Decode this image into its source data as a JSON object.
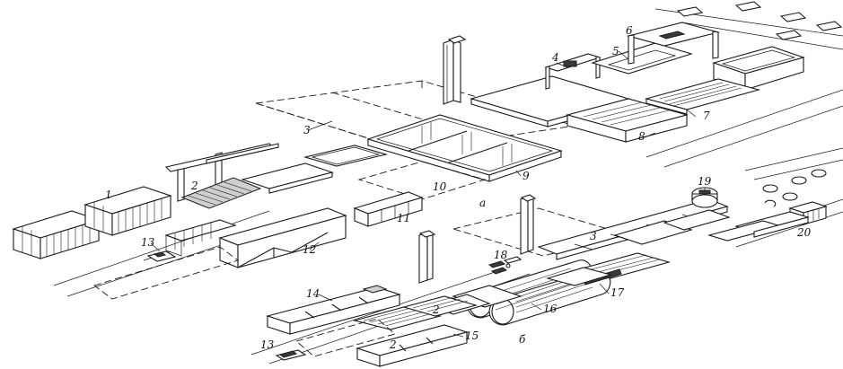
{
  "figure": {
    "background": "#ffffff",
    "ink": "#1a1a1a",
    "part_labels": [
      {
        "id": "a",
        "text": "а"
      },
      {
        "id": "b",
        "text": "б"
      }
    ],
    "labels_a": [
      {
        "id": "1",
        "text": "1"
      },
      {
        "id": "2",
        "text": "2"
      },
      {
        "id": "3",
        "text": "3"
      },
      {
        "id": "4",
        "text": "4"
      },
      {
        "id": "5",
        "text": "5"
      },
      {
        "id": "6",
        "text": "6"
      },
      {
        "id": "7",
        "text": "7"
      },
      {
        "id": "8",
        "text": "8"
      },
      {
        "id": "9",
        "text": "9"
      },
      {
        "id": "10",
        "text": "10"
      },
      {
        "id": "11",
        "text": "11"
      },
      {
        "id": "12",
        "text": "12"
      },
      {
        "id": "13",
        "text": "13"
      }
    ],
    "labels_b": [
      {
        "id": "2b",
        "text": "2"
      },
      {
        "id": "2c",
        "text": "2"
      },
      {
        "id": "3b",
        "text": "3"
      },
      {
        "id": "13b",
        "text": "13"
      },
      {
        "id": "14",
        "text": "14"
      },
      {
        "id": "15",
        "text": "15"
      },
      {
        "id": "16",
        "text": "16"
      },
      {
        "id": "17",
        "text": "17"
      },
      {
        "id": "18",
        "text": "18"
      },
      {
        "id": "19",
        "text": "19"
      },
      {
        "id": "20",
        "text": "20"
      }
    ]
  }
}
